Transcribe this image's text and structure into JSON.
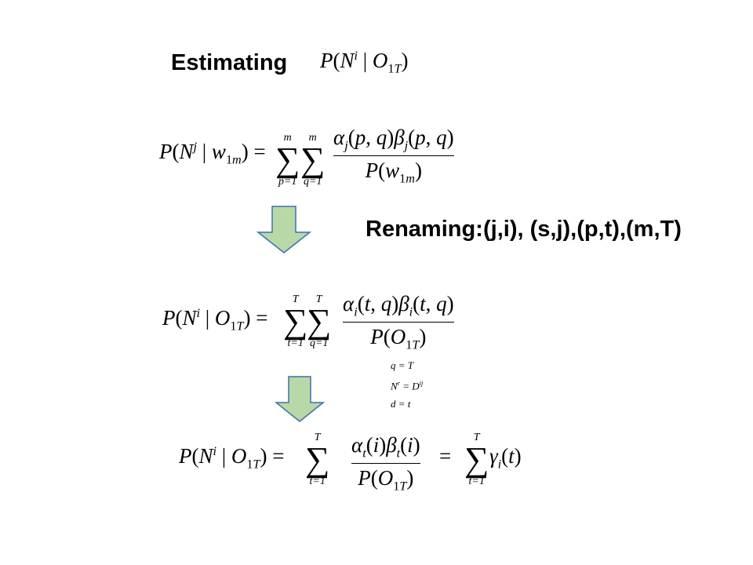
{
  "slide": {
    "heading": "Estimating",
    "renaming_label": "Renaming:",
    "renaming_pairs": "(j,i), (s,j),(p,t),(m,T)",
    "substitutions": [
      "q = T",
      "N^r = D^ij",
      "d = t"
    ],
    "colors": {
      "arrow_fill": "#B9D8A8",
      "arrow_stroke": "#3D70A8",
      "text": "#000000"
    },
    "icons": [
      "down-arrow-icon",
      "down-arrow-icon"
    ]
  }
}
